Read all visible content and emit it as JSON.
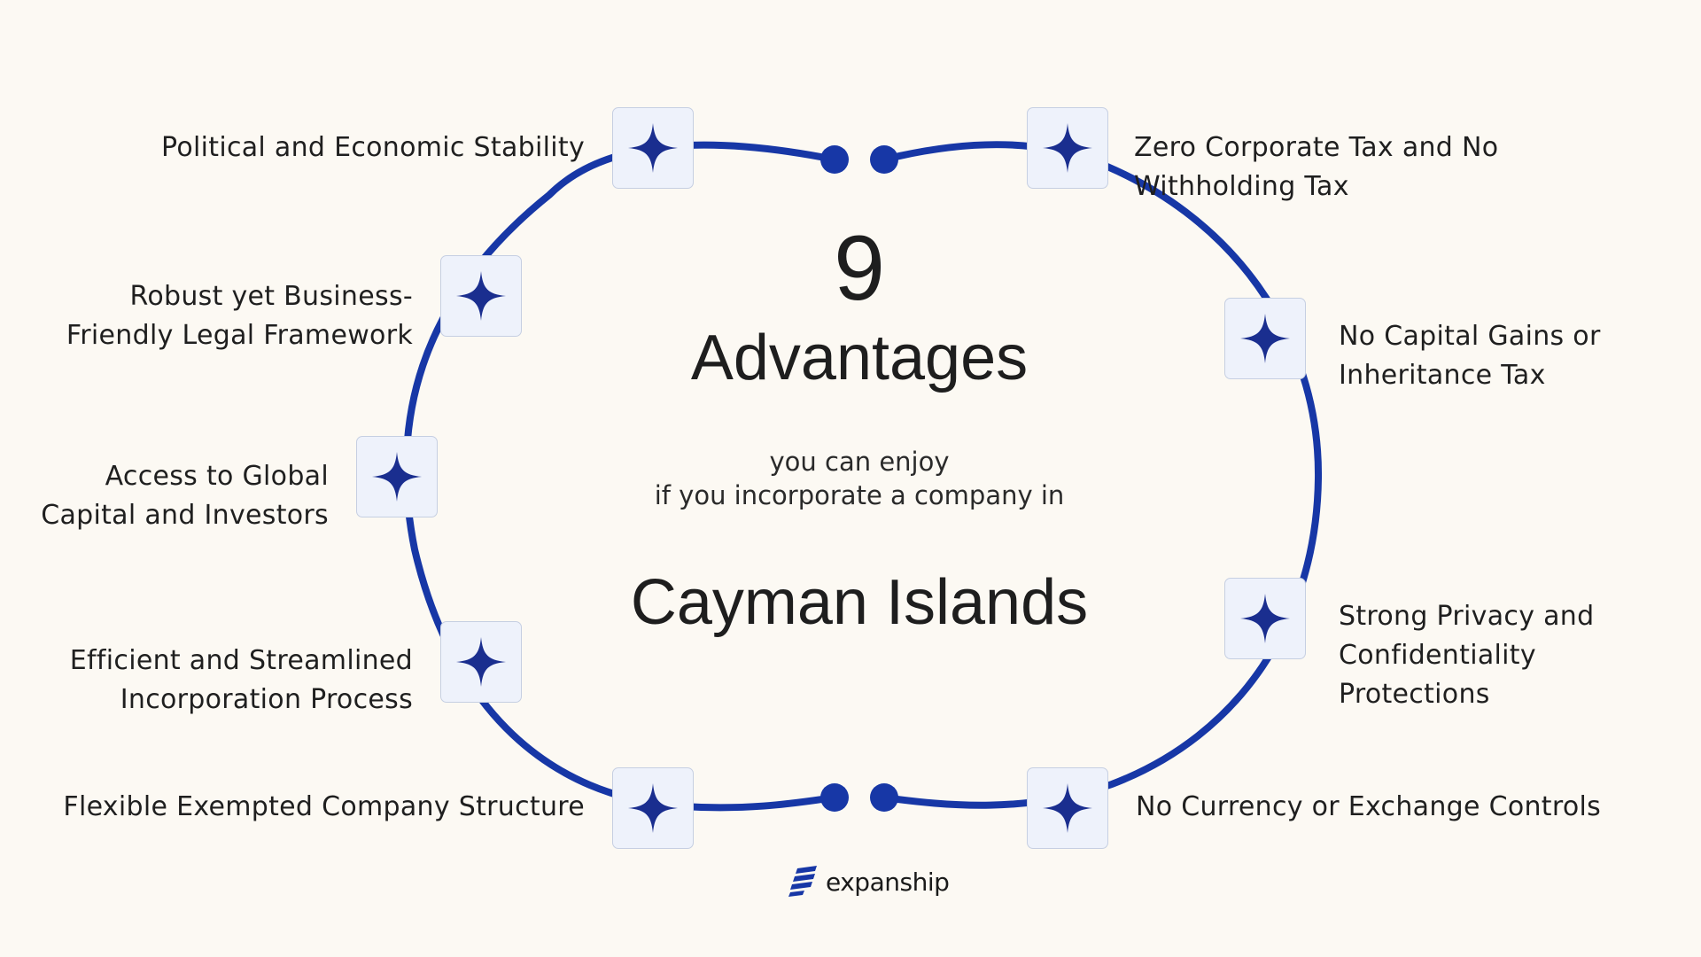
{
  "center": {
    "number": "9",
    "heading": "Advantages",
    "subtitle_line1": "you can enjoy",
    "subtitle_line2": "if you incorporate a company in",
    "country": "Cayman Islands"
  },
  "advantages": [
    {
      "lines": [
        "Political and Economic Stability"
      ]
    },
    {
      "lines": [
        "Robust yet Business-",
        "Friendly Legal Framework"
      ]
    },
    {
      "lines": [
        "Access to Global",
        "Capital and Investors"
      ]
    },
    {
      "lines": [
        "Efficient and Streamlined",
        "Incorporation Process"
      ]
    },
    {
      "lines": [
        "Flexible Exempted Company Structure"
      ]
    },
    {
      "lines": [
        "Zero Corporate Tax and No",
        "Withholding Tax"
      ]
    },
    {
      "lines": [
        "No Capital Gains or",
        "Inheritance Tax"
      ]
    },
    {
      "lines": [
        "Strong Privacy and",
        "Confidentiality",
        "Protections"
      ]
    },
    {
      "lines": [
        "No Currency or Exchange Controls"
      ]
    }
  ],
  "node_icon": "four-point-star-icon",
  "brand": {
    "name": "expanship",
    "logo_icon": "expanship-logo-icon"
  },
  "colors": {
    "background": "#fcf9f3",
    "ring": "#1737a6",
    "star": "#1a2e8f",
    "node_fill": "#eef2fb",
    "node_border": "#c6cfe2",
    "text": "#1e1e1e"
  }
}
